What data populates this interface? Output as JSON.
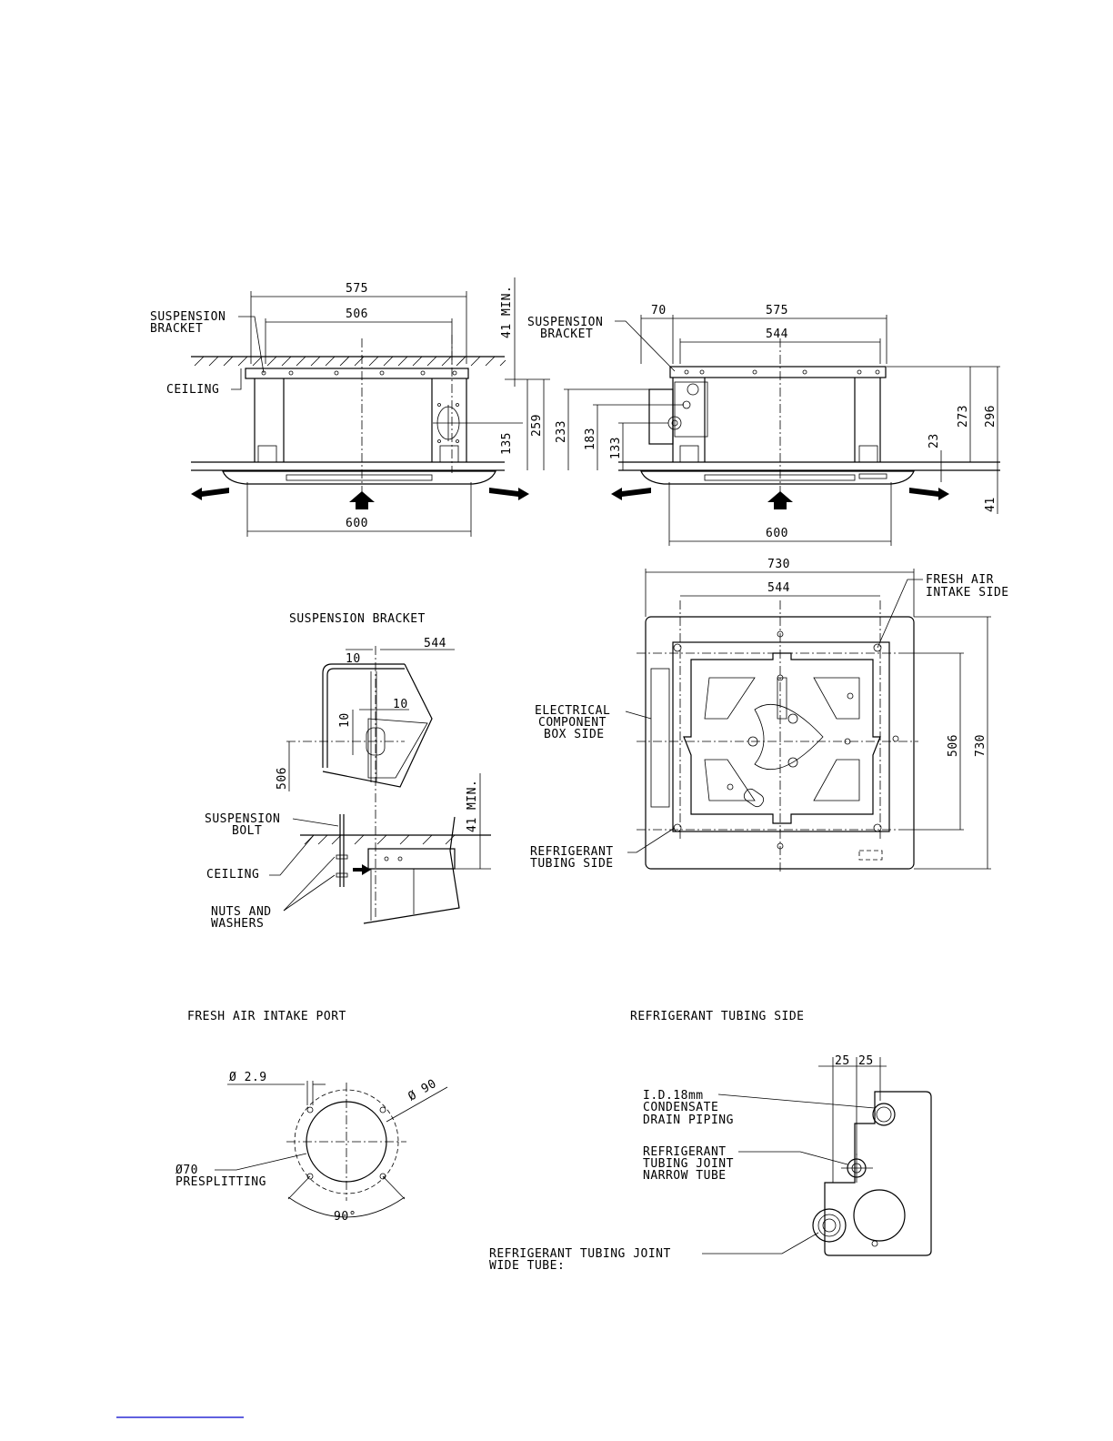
{
  "labels": {
    "suspension_bracket_1": [
      "SUSPENSION",
      "BRACKET"
    ],
    "ceiling_1": "CEILING",
    "suspension_bracket_2": [
      "SUSPENSION",
      "BRACKET"
    ],
    "detail_title": "SUSPENSION BRACKET",
    "suspension_bolt": [
      "SUSPENSION",
      "BOLT"
    ],
    "ceiling_2": "CEILING",
    "nuts_washers": [
      "NUTS AND",
      "WASHERS"
    ],
    "electrical_box": [
      "ELECTRICAL",
      "COMPONENT",
      "BOX SIDE"
    ],
    "fresh_air_side": [
      "FRESH AIR",
      "INTAKE SIDE"
    ],
    "refrigerant_tubing_side_lbl": [
      "REFRIGERANT",
      "TUBING SIDE"
    ],
    "fresh_air_title": "FRESH AIR INTAKE PORT",
    "presplitting": [
      "Ø70",
      "PRESPLITTING"
    ],
    "refrigerant_title": "REFRIGERANT TUBING SIDE",
    "drain": [
      "I.D.18mm",
      "CONDENSATE",
      "DRAIN PIPING"
    ],
    "narrow": [
      "REFRIGERANT",
      "TUBING JOINT",
      "NARROW TUBE"
    ],
    "wide": [
      "REFRIGERANT TUBING JOINT",
      "WIDE TUBE:"
    ]
  },
  "dims": {
    "left_575": "575",
    "left_506": "506",
    "left_41min": "41 MIN.",
    "left_259": "259",
    "left_135": "135",
    "left_600": "600",
    "right_70": "70",
    "right_575": "575",
    "right_544": "544",
    "right_233": "233",
    "right_183": "183",
    "right_133": "133",
    "right_23": "23",
    "right_273": "273",
    "right_296": "296",
    "right_41": "41",
    "right_600": "600",
    "plan_730_top": "730",
    "plan_544": "544",
    "plan_506": "506",
    "plan_730_side": "730",
    "det_10a": "10",
    "det_544": "544",
    "det_10b": "10",
    "det_10c": "10",
    "det_506": "506",
    "det_41min": "41 MIN.",
    "port_29": "Ø 2.9",
    "port_90": "Ø 90",
    "port_angle": "90°",
    "tube_25a": "25",
    "tube_25b": "25"
  }
}
